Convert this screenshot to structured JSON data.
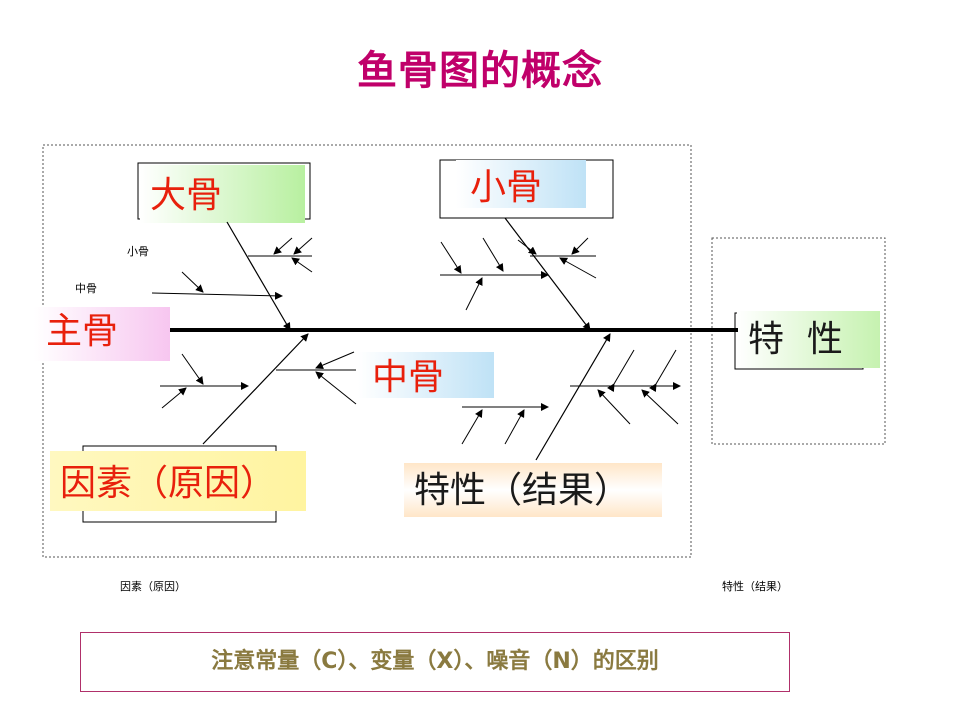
{
  "title": "鱼骨图的概念",
  "labels": {
    "big_bone": "大骨",
    "small_bone_top": "小骨",
    "main_bone": "主骨",
    "middle_bone": "中骨",
    "cause": "因素（原因）",
    "effect": "特性（结果）",
    "characteristic": "特  性",
    "small_bone_small": "小骨",
    "middle_bone_small": "中骨",
    "cause_small": "因素（原因）",
    "effect_small": "特性（结果）"
  },
  "note": "注意常量（C）、变量（X）、噪音（N）的区别",
  "colors": {
    "title": "#c0006a",
    "label_red": "#e8200c",
    "note_text": "#8a7a40",
    "note_border": "#b0306a"
  }
}
